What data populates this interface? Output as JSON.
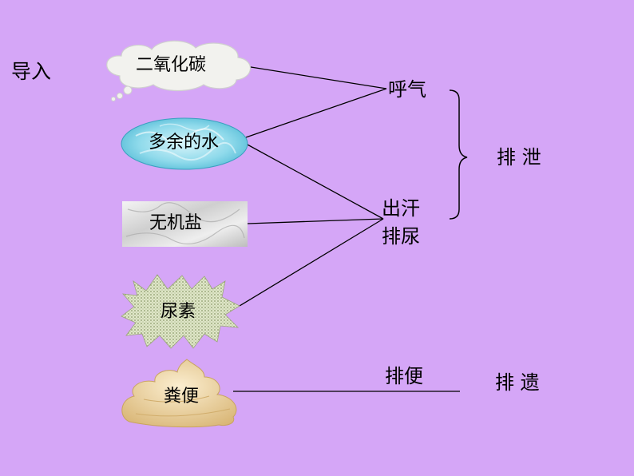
{
  "slide": {
    "intro_label": "导入",
    "substances": {
      "co2": "二氧化碳",
      "water": "多余的水",
      "salt": "无机盐",
      "urea": "尿素",
      "feces": "粪便"
    },
    "processes": {
      "breathe": "呼气",
      "sweat": "出汗",
      "urinate": "排尿",
      "defecate": "排便"
    },
    "categories": {
      "excretion": "排 泄",
      "egestion": "排 遗"
    }
  },
  "colors": {
    "background": "#d5a6f7",
    "line": "#000000",
    "water_fill": "#7fd3e6",
    "salt_fill": "#dcdcdc",
    "urea_fill": "#c8d8a0",
    "feces_fill": "#ecd49e"
  }
}
